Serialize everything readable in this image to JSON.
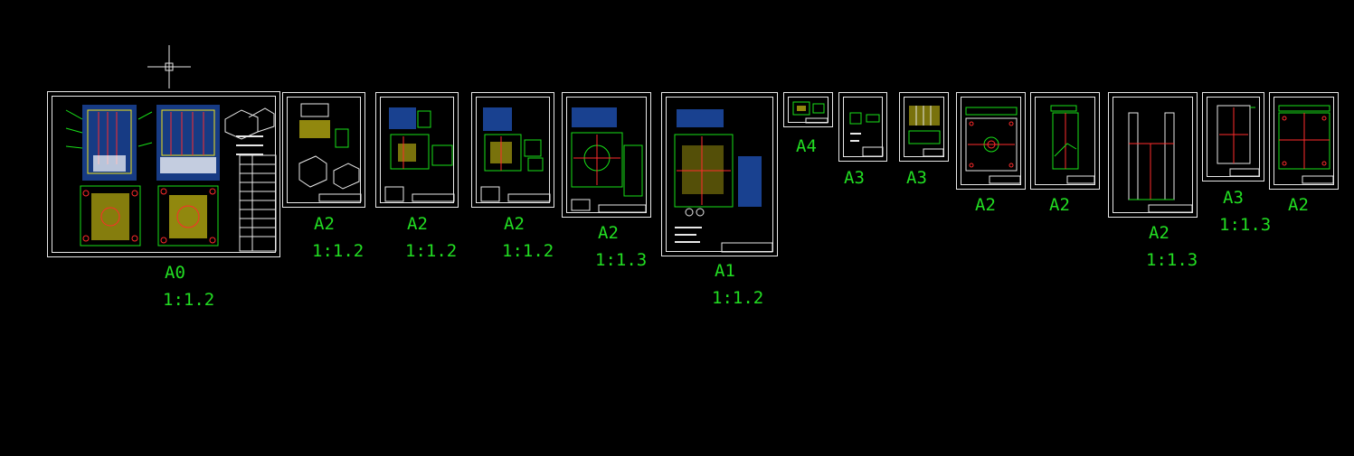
{
  "app": {
    "name": "CAD model space drawing overview"
  },
  "colors": {
    "background": "#000000",
    "frame": "#e8e8e8",
    "label": "#22dd22",
    "green": "#18e018",
    "blue": "#2a6cf0",
    "red": "#ff2b2b",
    "yellow": "#f2e318",
    "cyan": "#00c8ff"
  },
  "sheets": [
    {
      "size": "A0",
      "scale": "1:1.2"
    },
    {
      "size": "A2",
      "scale": "1:1.2"
    },
    {
      "size": "A2",
      "scale": "1:1.2"
    },
    {
      "size": "A2",
      "scale": "1:1.2"
    },
    {
      "size": "A2",
      "scale": "1:1.3"
    },
    {
      "size": "A1",
      "scale": "1:1.2"
    },
    {
      "size": "A4",
      "scale": ""
    },
    {
      "size": "A3",
      "scale": ""
    },
    {
      "size": "A3",
      "scale": ""
    },
    {
      "size": "A2",
      "scale": ""
    },
    {
      "size": "A2",
      "scale": ""
    },
    {
      "size": "A2",
      "scale": "1:1.3"
    },
    {
      "size": "A3",
      "scale": "1:1.3"
    },
    {
      "size": "A2",
      "scale": ""
    }
  ]
}
